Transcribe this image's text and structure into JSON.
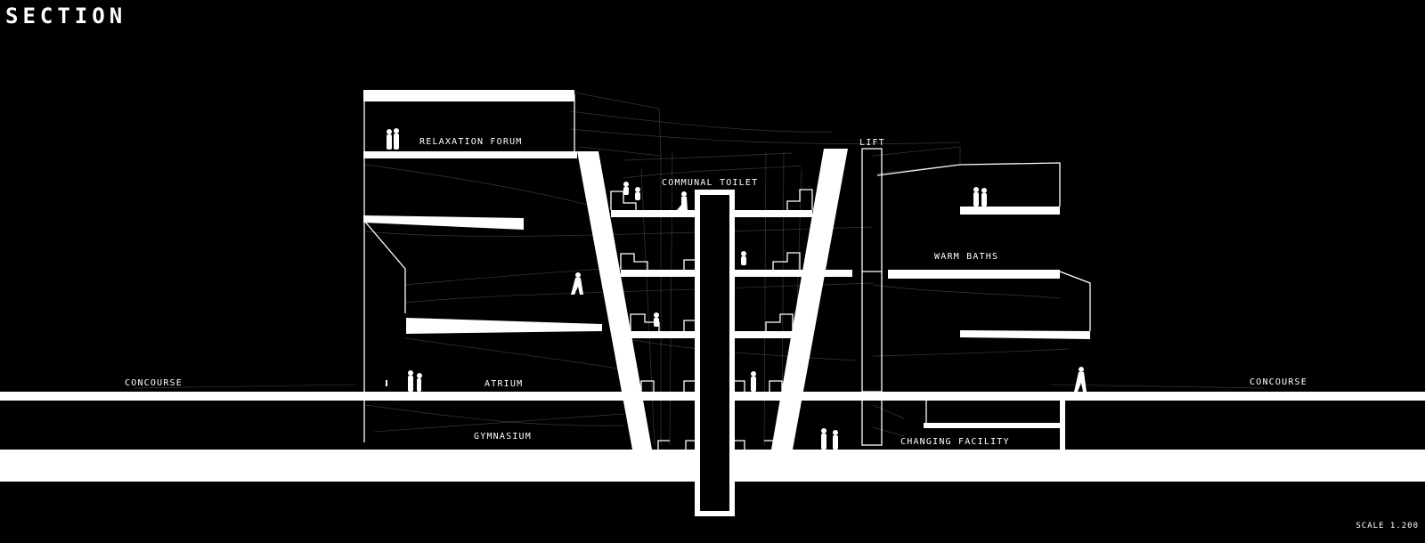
{
  "title": "SECTION",
  "scale": "SCALE 1.200",
  "labels": {
    "relaxation_forum": "RELAXATION FORUM",
    "communal_toilet": "COMMUNAL TOILET",
    "lift": "LIFT",
    "warm_baths": "WARM BATHS",
    "concourse_left": "CONCOURSE",
    "atrium": "ATRIUM",
    "concourse_right": "CONCOURSE",
    "gymnasium": "GYMNASIUM",
    "changing_facility": "CHANGING FACILITY"
  },
  "colors": {
    "background": "#000000",
    "linework": "#ffffff"
  }
}
